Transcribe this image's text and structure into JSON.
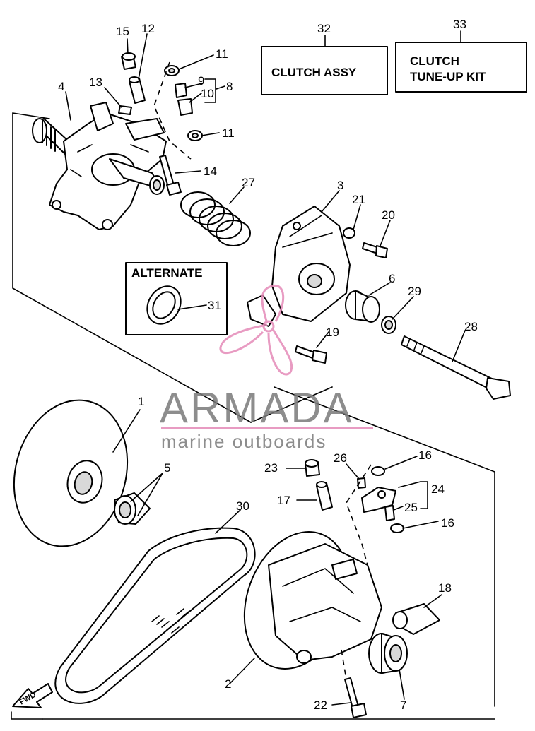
{
  "parts": {
    "p1": "1",
    "p2": "2",
    "p3": "3",
    "p4": "4",
    "p5": "5",
    "p6": "6",
    "p7": "7",
    "p8": "8",
    "p9": "9",
    "p10": "10",
    "p11a": "11",
    "p11b": "11",
    "p12": "12",
    "p13": "13",
    "p14": "14",
    "p15": "15",
    "p16a": "16",
    "p16b": "16",
    "p17": "17",
    "p18": "18",
    "p19": "19",
    "p20": "20",
    "p21": "21",
    "p22": "22",
    "p23": "23",
    "p24": "24",
    "p25": "25",
    "p26": "26",
    "p27": "27",
    "p28": "28",
    "p29": "29",
    "p30": "30",
    "p31": "31",
    "p32": "32",
    "p33": "33"
  },
  "boxes": {
    "clutch_assy": "CLUTCH ASSY",
    "tune_up_line1": "CLUTCH",
    "tune_up_line2": "TUNE-UP KIT",
    "alternate": "ALTERNATE"
  },
  "watermark": {
    "title": "ARMADA",
    "subtitle": "marine outboards",
    "color": "#e58ab8"
  },
  "fwd_label": "FWD"
}
